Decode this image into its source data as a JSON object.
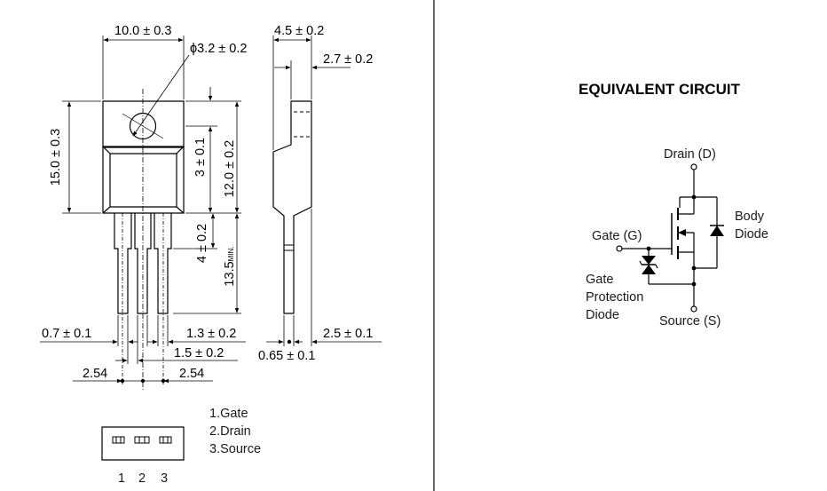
{
  "front_view": {
    "width": "10.0 ± 0.3",
    "hole": "ϕ3.2 ± 0.2",
    "height": "15.0 ± 0.3",
    "tab_hole": "3 ± 0.1",
    "body_height": "12.0 ± 0.2",
    "lead_stub": "4 ± 0.2",
    "lead_length_value": "13.5",
    "lead_length_suffix": "MIN.",
    "lead_width": "0.7 ± 0.1",
    "lead_shoulder": "1.3 ± 0.2",
    "lead_gap": "1.5 ± 0.2",
    "pitch_left": "2.54",
    "pitch_right": "2.54"
  },
  "side_view": {
    "thickness": "4.5 ± 0.2",
    "tab_offset": "2.7 ± 0.2",
    "lead_thickness": "0.65 ± 0.1",
    "lead_offset": "2.5 ± 0.1"
  },
  "pinout": {
    "pins": [
      "1.Gate",
      "2.Drain",
      "3.Source"
    ],
    "numbers": [
      "1",
      "2",
      "3"
    ]
  },
  "circuit": {
    "title": "EQUIVALENT CIRCUIT",
    "drain": "Drain (D)",
    "gate": "Gate (G)",
    "source": "Source (S)",
    "body_diode": [
      "Body",
      "Diode"
    ],
    "protection_diode": [
      "Gate",
      "Protection",
      "Diode"
    ]
  }
}
